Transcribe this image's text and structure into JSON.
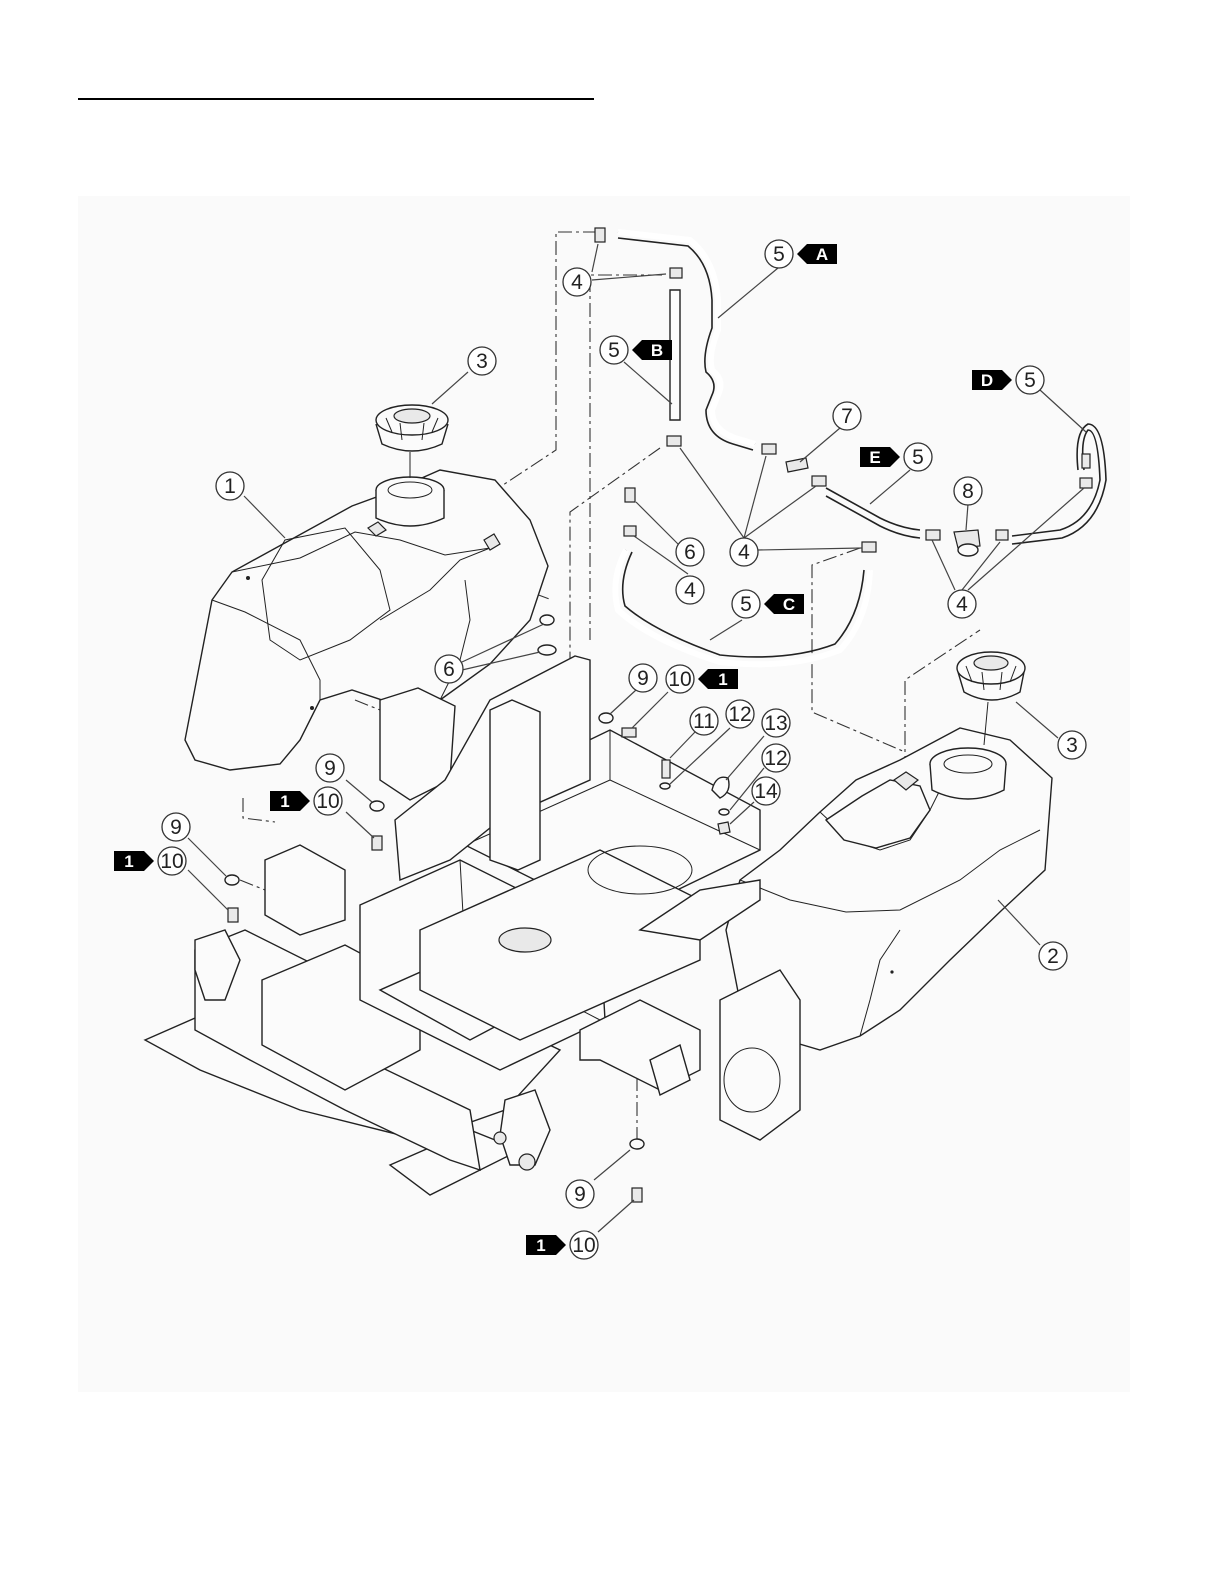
{
  "diagram": {
    "background": "#fafafa",
    "callouts": [
      {
        "id": "c1",
        "number": "1"
      },
      {
        "id": "c2",
        "number": "2"
      },
      {
        "id": "c3a",
        "number": "3"
      },
      {
        "id": "c3b",
        "number": "3"
      },
      {
        "id": "c4a",
        "number": "4"
      },
      {
        "id": "c4b",
        "number": "4"
      },
      {
        "id": "c4c",
        "number": "4"
      },
      {
        "id": "c4d",
        "number": "4"
      },
      {
        "id": "c5a",
        "number": "5",
        "tag": "A"
      },
      {
        "id": "c5b",
        "number": "5",
        "tag": "B"
      },
      {
        "id": "c5c",
        "number": "5",
        "tag": "C"
      },
      {
        "id": "c5d",
        "number": "5",
        "tag": "D"
      },
      {
        "id": "c5e",
        "number": "5",
        "tag": "E"
      },
      {
        "id": "c6a",
        "number": "6"
      },
      {
        "id": "c6b",
        "number": "6"
      },
      {
        "id": "c7",
        "number": "7"
      },
      {
        "id": "c8",
        "number": "8"
      },
      {
        "id": "c9a",
        "number": "9"
      },
      {
        "id": "c9b",
        "number": "9"
      },
      {
        "id": "c9c",
        "number": "9"
      },
      {
        "id": "c9d",
        "number": "9"
      },
      {
        "id": "c10a",
        "number": "10",
        "tag": "1"
      },
      {
        "id": "c10b",
        "number": "10",
        "tag": "1"
      },
      {
        "id": "c10c",
        "number": "10",
        "tag": "1"
      },
      {
        "id": "c10d",
        "number": "10",
        "tag": "1"
      },
      {
        "id": "c11",
        "number": "11"
      },
      {
        "id": "c12a",
        "number": "12"
      },
      {
        "id": "c12b",
        "number": "12"
      },
      {
        "id": "c13",
        "number": "13"
      },
      {
        "id": "c14",
        "number": "14"
      }
    ]
  }
}
